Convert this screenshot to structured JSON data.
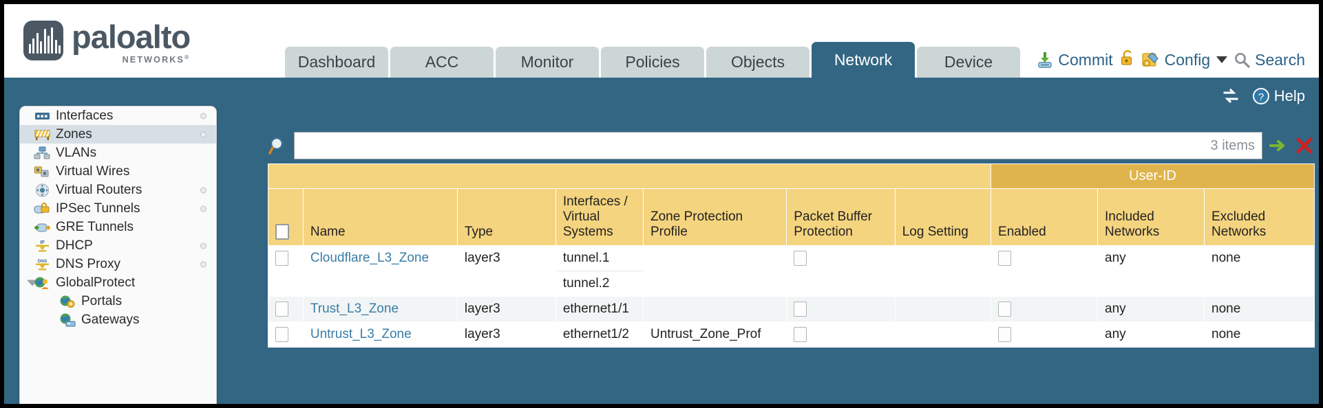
{
  "brand": {
    "name": "paloalto",
    "tagline": "NETWORKS",
    "registered": "®"
  },
  "tabs": [
    {
      "label": "Dashboard",
      "active": false
    },
    {
      "label": "ACC",
      "active": false
    },
    {
      "label": "Monitor",
      "active": false
    },
    {
      "label": "Policies",
      "active": false
    },
    {
      "label": "Objects",
      "active": false
    },
    {
      "label": "Network",
      "active": true
    },
    {
      "label": "Device",
      "active": false
    }
  ],
  "actions": {
    "commit": "Commit",
    "config": "Config",
    "search": "Search"
  },
  "blueband": {
    "help": "Help"
  },
  "sidebar": {
    "items": [
      {
        "label": "Interfaces",
        "icon": "interfaces-icon",
        "selected": false,
        "dot": true,
        "child": false,
        "expander": false
      },
      {
        "label": "Zones",
        "icon": "zones-icon",
        "selected": true,
        "dot": true,
        "child": false,
        "expander": false
      },
      {
        "label": "VLANs",
        "icon": "vlans-icon",
        "selected": false,
        "dot": false,
        "child": false,
        "expander": false
      },
      {
        "label": "Virtual Wires",
        "icon": "virtual-wires-icon",
        "selected": false,
        "dot": false,
        "child": false,
        "expander": false
      },
      {
        "label": "Virtual Routers",
        "icon": "virtual-routers-icon",
        "selected": false,
        "dot": true,
        "child": false,
        "expander": false
      },
      {
        "label": "IPSec Tunnels",
        "icon": "ipsec-tunnels-icon",
        "selected": false,
        "dot": true,
        "child": false,
        "expander": false
      },
      {
        "label": "GRE Tunnels",
        "icon": "gre-tunnels-icon",
        "selected": false,
        "dot": false,
        "child": false,
        "expander": false
      },
      {
        "label": "DHCP",
        "icon": "dhcp-icon",
        "selected": false,
        "dot": true,
        "child": false,
        "expander": false
      },
      {
        "label": "DNS Proxy",
        "icon": "dns-proxy-icon",
        "selected": false,
        "dot": true,
        "child": false,
        "expander": false
      },
      {
        "label": "GlobalProtect",
        "icon": "globalprotect-icon",
        "selected": false,
        "dot": false,
        "child": false,
        "expander": true
      },
      {
        "label": "Portals",
        "icon": "portals-icon",
        "selected": false,
        "dot": false,
        "child": true,
        "expander": false
      },
      {
        "label": "Gateways",
        "icon": "gateways-icon",
        "selected": false,
        "dot": false,
        "child": true,
        "expander": false
      }
    ]
  },
  "search": {
    "value": "",
    "placeholder": "",
    "items_count": "3 items"
  },
  "table": {
    "group_header": "User-ID",
    "columns": [
      "Name",
      "Type",
      "Interfaces / Virtual Systems",
      "Zone Protection Profile",
      "Packet Buffer Protection",
      "Log Setting",
      "Enabled",
      "Included Networks",
      "Excluded Networks"
    ],
    "rows": [
      {
        "selected": false,
        "name": "Cloudflare_L3_Zone",
        "type": "layer3",
        "interfaces": [
          "tunnel.1",
          "tunnel.2"
        ],
        "zone_protection_profile": "",
        "packet_buffer_protection": false,
        "log_setting": "",
        "userid_enabled": false,
        "included_networks": "any",
        "excluded_networks": "none"
      },
      {
        "selected": false,
        "name": "Trust_L3_Zone",
        "type": "layer3",
        "interfaces": [
          "ethernet1/1"
        ],
        "zone_protection_profile": "",
        "packet_buffer_protection": false,
        "log_setting": "",
        "userid_enabled": false,
        "included_networks": "any",
        "excluded_networks": "none"
      },
      {
        "selected": false,
        "name": "Untrust_L3_Zone",
        "type": "layer3",
        "interfaces": [
          "ethernet1/2"
        ],
        "zone_protection_profile": "Untrust_Zone_Prof",
        "packet_buffer_protection": false,
        "log_setting": "",
        "userid_enabled": false,
        "included_networks": "any",
        "excluded_networks": "none"
      }
    ]
  },
  "colors": {
    "brand_blue": "#336683",
    "tab_inactive": "#ccd6d6",
    "table_header": "#f5d47f",
    "table_group_header": "#e0b44c",
    "link": "#3a7ca5"
  }
}
